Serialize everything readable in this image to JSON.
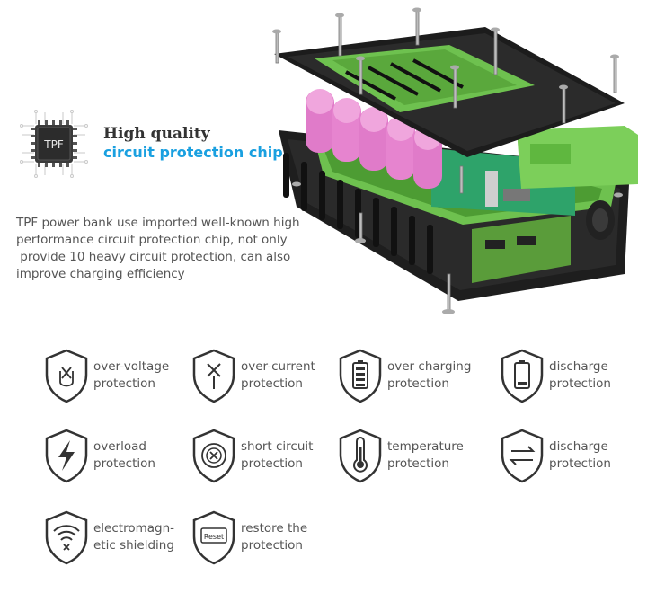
{
  "header": {
    "chip_label": "TPF",
    "title_line1": "High quality",
    "title_line2": "circuit protection chip",
    "title_line2_color": "#1aa0e0",
    "description_lines": [
      "TPF power bank use imported well-known high",
      "performance circuit protection chip, not only",
      " provide 10 heavy circuit protection, can also",
      "improve charging efficiency"
    ]
  },
  "features": [
    {
      "icon": "over-voltage-icon",
      "line1": "over-voltage",
      "line2": "protection"
    },
    {
      "icon": "over-current-icon",
      "line1": "over-current",
      "line2": "protection"
    },
    {
      "icon": "over-charging-icon",
      "line1": "over charging",
      "line2": "protection"
    },
    {
      "icon": "discharge-battery-icon",
      "line1": "discharge",
      "line2": "protection"
    },
    {
      "icon": "overload-lightning-icon",
      "line1": "overload",
      "line2": "protection"
    },
    {
      "icon": "short-circuit-icon",
      "line1": "short circuit",
      "line2": "protection"
    },
    {
      "icon": "thermometer-icon",
      "line1": "temperature",
      "line2": "protection"
    },
    {
      "icon": "discharge-arrows-icon",
      "line1": "discharge",
      "line2": "protection"
    },
    {
      "icon": "wifi-shield-icon",
      "line1": "electromagn-",
      "line2": "etic shielding"
    },
    {
      "icon": "reset-icon",
      "line1": "restore the",
      "line2": "protection",
      "badge": "Reset"
    }
  ]
}
